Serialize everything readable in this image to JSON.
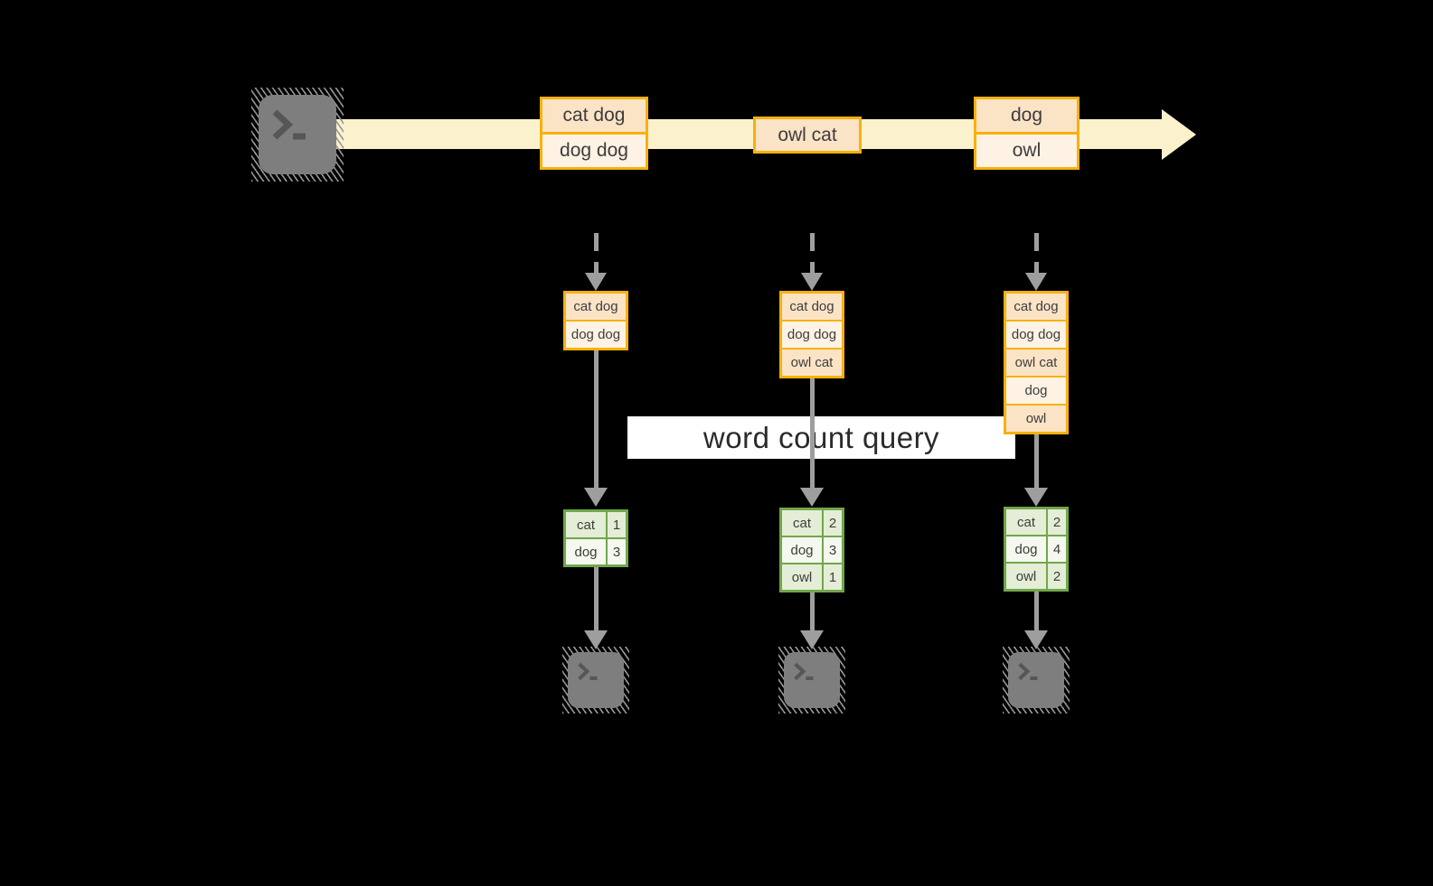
{
  "query": {
    "label": "word count query"
  },
  "stream": {
    "boxes": [
      {
        "cells": [
          "cat dog",
          "dog dog"
        ]
      },
      {
        "cells": [
          "owl cat"
        ]
      },
      {
        "cells": [
          "dog",
          "owl"
        ]
      }
    ]
  },
  "columns": [
    {
      "batch": {
        "cells": [
          "cat dog",
          "dog dog"
        ]
      },
      "counts": {
        "rows": [
          {
            "word": "cat",
            "count": "1"
          },
          {
            "word": "dog",
            "count": "3"
          }
        ]
      }
    },
    {
      "batch": {
        "cells": [
          "cat dog",
          "dog dog",
          "owl cat"
        ]
      },
      "counts": {
        "rows": [
          {
            "word": "cat",
            "count": "2"
          },
          {
            "word": "dog",
            "count": "3"
          },
          {
            "word": "owl",
            "count": "1"
          }
        ]
      }
    },
    {
      "batch": {
        "cells": [
          "cat dog",
          "dog dog",
          "owl cat",
          "dog",
          "owl"
        ]
      },
      "counts": {
        "rows": [
          {
            "word": "cat",
            "count": "2"
          },
          {
            "word": "dog",
            "count": "4"
          },
          {
            "word": "owl",
            "count": "2"
          }
        ]
      }
    }
  ],
  "colors": {
    "amber": "#F7B10C",
    "peach": "#FBE3C6",
    "cream": "#FDF2E3",
    "band": "#FCF1CD",
    "green": "#71A74A",
    "green_light": "#E4EDD6",
    "green_faint": "#F4F8EE",
    "gray_arrow": "#9E9E9E",
    "terminal_gray": "#7E7E7E",
    "glyph_gray": "#565656",
    "text_dark": "#3D3D3D",
    "query_text": "#2B2B2B"
  }
}
